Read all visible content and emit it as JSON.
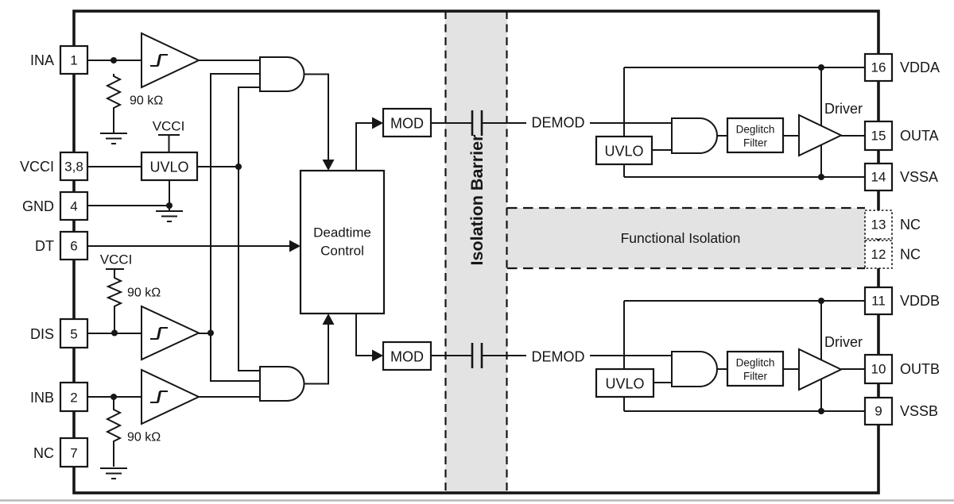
{
  "diagram": {
    "type": "functional-block-diagram",
    "colors": {
      "band_gray": "#e3e3e3",
      "line": "#161616",
      "background": "#ffffff"
    },
    "pins": {
      "left": [
        {
          "label": "INA",
          "number": "1"
        },
        {
          "label": "VCCI",
          "number": "3,8"
        },
        {
          "label": "GND",
          "number": "4"
        },
        {
          "label": "DT",
          "number": "6"
        },
        {
          "label": "DIS",
          "number": "5"
        },
        {
          "label": "INB",
          "number": "2"
        },
        {
          "label": "NC",
          "number": "7"
        }
      ],
      "right": [
        {
          "label": "VDDA",
          "number": "16"
        },
        {
          "label": "OUTA",
          "number": "15"
        },
        {
          "label": "VSSA",
          "number": "14"
        },
        {
          "label": "NC",
          "number": "13"
        },
        {
          "label": "NC",
          "number": "12"
        },
        {
          "label": "VDDB",
          "number": "11"
        },
        {
          "label": "OUTB",
          "number": "10"
        },
        {
          "label": "VSSB",
          "number": "9"
        }
      ]
    },
    "blocks": {
      "uvlo": "UVLO",
      "deadtime_line1": "Deadtime",
      "deadtime_line2": "Control",
      "mod": "MOD",
      "demod": "DEMOD",
      "deglitch_line1": "Deglitch",
      "deglitch_line2": "Filter",
      "driver": "Driver"
    },
    "labels": {
      "isolation_barrier": "Isolation Barrier",
      "functional_isolation": "Functional Isolation",
      "pullup_resistor": "90 kΩ",
      "vcci_supply": "VCCI"
    }
  }
}
